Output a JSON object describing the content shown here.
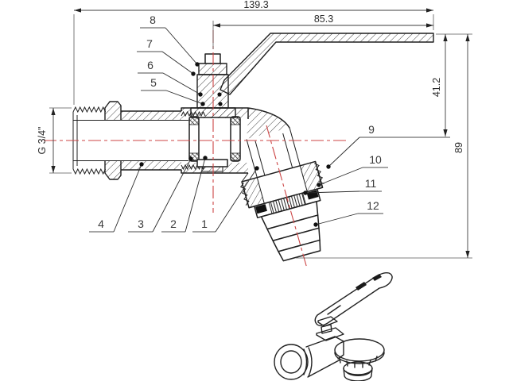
{
  "drawing": {
    "type": "technical-section-drawing",
    "subject": "garden bibcock ball valve with lever handle and hose barb outlet",
    "dims": {
      "total_length": "139.3",
      "handle_length": "85.3",
      "handle_height": "41.2",
      "total_height": "89",
      "inlet_thread_size": "G 3/4\""
    },
    "callouts": {
      "c1": "1",
      "c2": "2",
      "c3": "3",
      "c4": "4",
      "c5": "5",
      "c6": "6",
      "c7": "7",
      "c8": "8",
      "c9": "9",
      "c10": "10",
      "c11": "11",
      "c12": "12"
    },
    "colors": {
      "line": "#1f1f1f",
      "centerline_red": "#cc4444",
      "dim_text": "#2b2b2b",
      "callout_text": "#3a3a3a",
      "leader_underline": "#999999",
      "background": "#ffffff"
    }
  }
}
